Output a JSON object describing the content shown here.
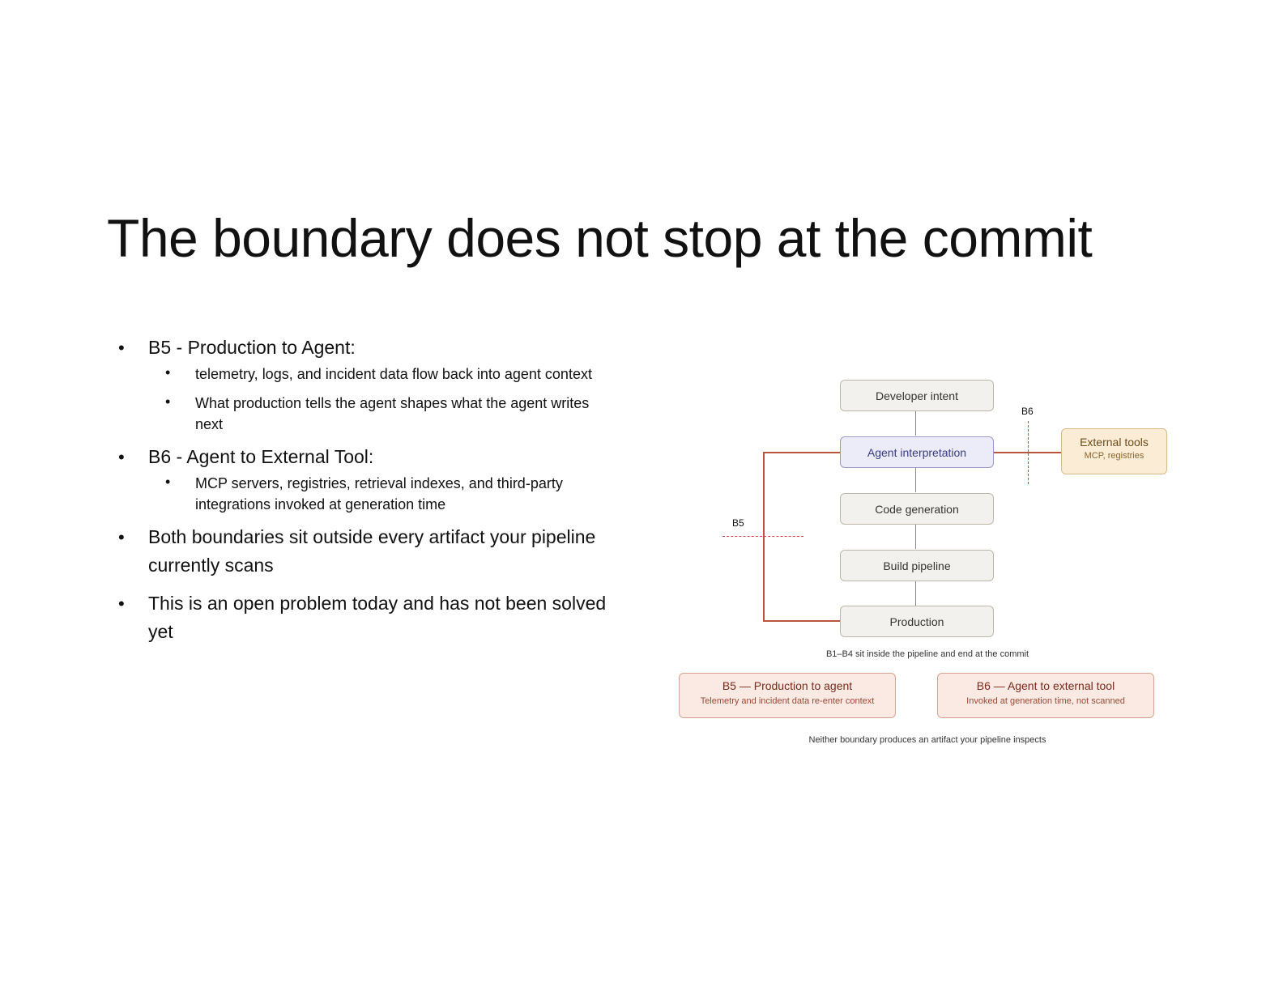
{
  "slide": {
    "title": "The boundary does not stop at the commit"
  },
  "bullets": [
    {
      "text": "B5 - Production to Agent:",
      "children": [
        "telemetry, logs, and incident data flow back into agent context",
        "What production tells the agent shapes what the agent writes next"
      ]
    },
    {
      "text": "B6 - Agent to External Tool:",
      "children": [
        "MCP servers, registries, retrieval indexes, and third-party integrations invoked at generation time"
      ]
    },
    {
      "text": "Both boundaries sit outside every artifact your pipeline currently scans"
    },
    {
      "text": "This is an open problem today and has not been solved yet"
    }
  ],
  "diagram": {
    "nodes": [
      "Developer intent",
      "Agent interpretation",
      "Code generation",
      "Build pipeline",
      "Production"
    ],
    "external": {
      "title": "External tools",
      "subtitle": "MCP, registries"
    },
    "label_b5": "B5",
    "label_b6": "B6",
    "caption_top": "B1–B4 sit inside the pipeline and end at the commit",
    "cards": [
      {
        "title": "B5 — Production to agent",
        "subtitle": "Telemetry and incident data re-enter context"
      },
      {
        "title": "B6 — Agent to external tool",
        "subtitle": "Invoked at generation time, not scanned"
      }
    ],
    "caption_bottom": "Neither boundary produces an artifact your pipeline inspects",
    "colors": {
      "node": "#f2f1ed",
      "agent": "#ececf9",
      "external": "#fbecd6",
      "card": "#fbe9e3",
      "loop": "#b8553a",
      "boundary": "#d64545"
    }
  }
}
